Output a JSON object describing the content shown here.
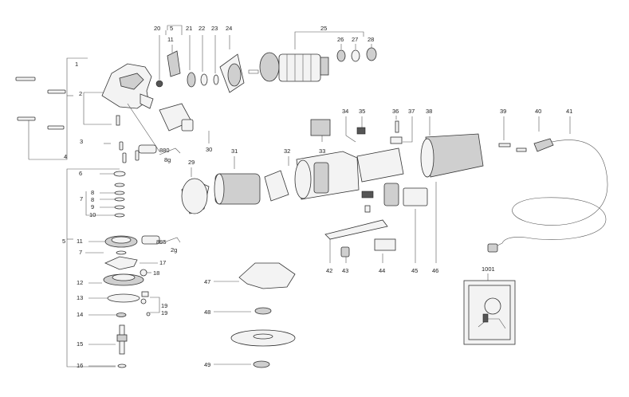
{
  "labels": {
    "n1": "1",
    "n2": "2",
    "n3": "3",
    "n4": "4",
    "n5a": "5",
    "n5b": "5",
    "n6": "6",
    "n7a": "7",
    "n7b": "7",
    "n8a": "8",
    "n8b": "8",
    "n9": "9",
    "n10": "10",
    "n11a": "11",
    "n11b": "11",
    "n12": "12",
    "n13": "13",
    "n14": "14",
    "n15": "15",
    "n16": "16",
    "n17": "17",
    "n18": "18",
    "n19a": "19",
    "n19b": "19",
    "n20": "20",
    "n21": "21",
    "n22": "22",
    "n23": "23",
    "n24": "24",
    "n25": "25",
    "n26": "26",
    "n27": "27",
    "n28": "28",
    "n29": "29",
    "n30": "30",
    "n31": "31",
    "n32": "32",
    "n33": "33",
    "n34": "34",
    "n35": "35",
    "n36": "36",
    "n37": "37",
    "n38": "38",
    "n39": "39",
    "n40": "40",
    "n41": "41",
    "n42": "42",
    "n43": "43",
    "n44": "44",
    "n45": "45",
    "n46": "46",
    "n47": "47",
    "n48": "48",
    "n49": "49",
    "n1001": "1001"
  },
  "grease": [
    {
      "code": "880",
      "amount": "8g"
    },
    {
      "code": "885",
      "amount": "2g"
    }
  ]
}
